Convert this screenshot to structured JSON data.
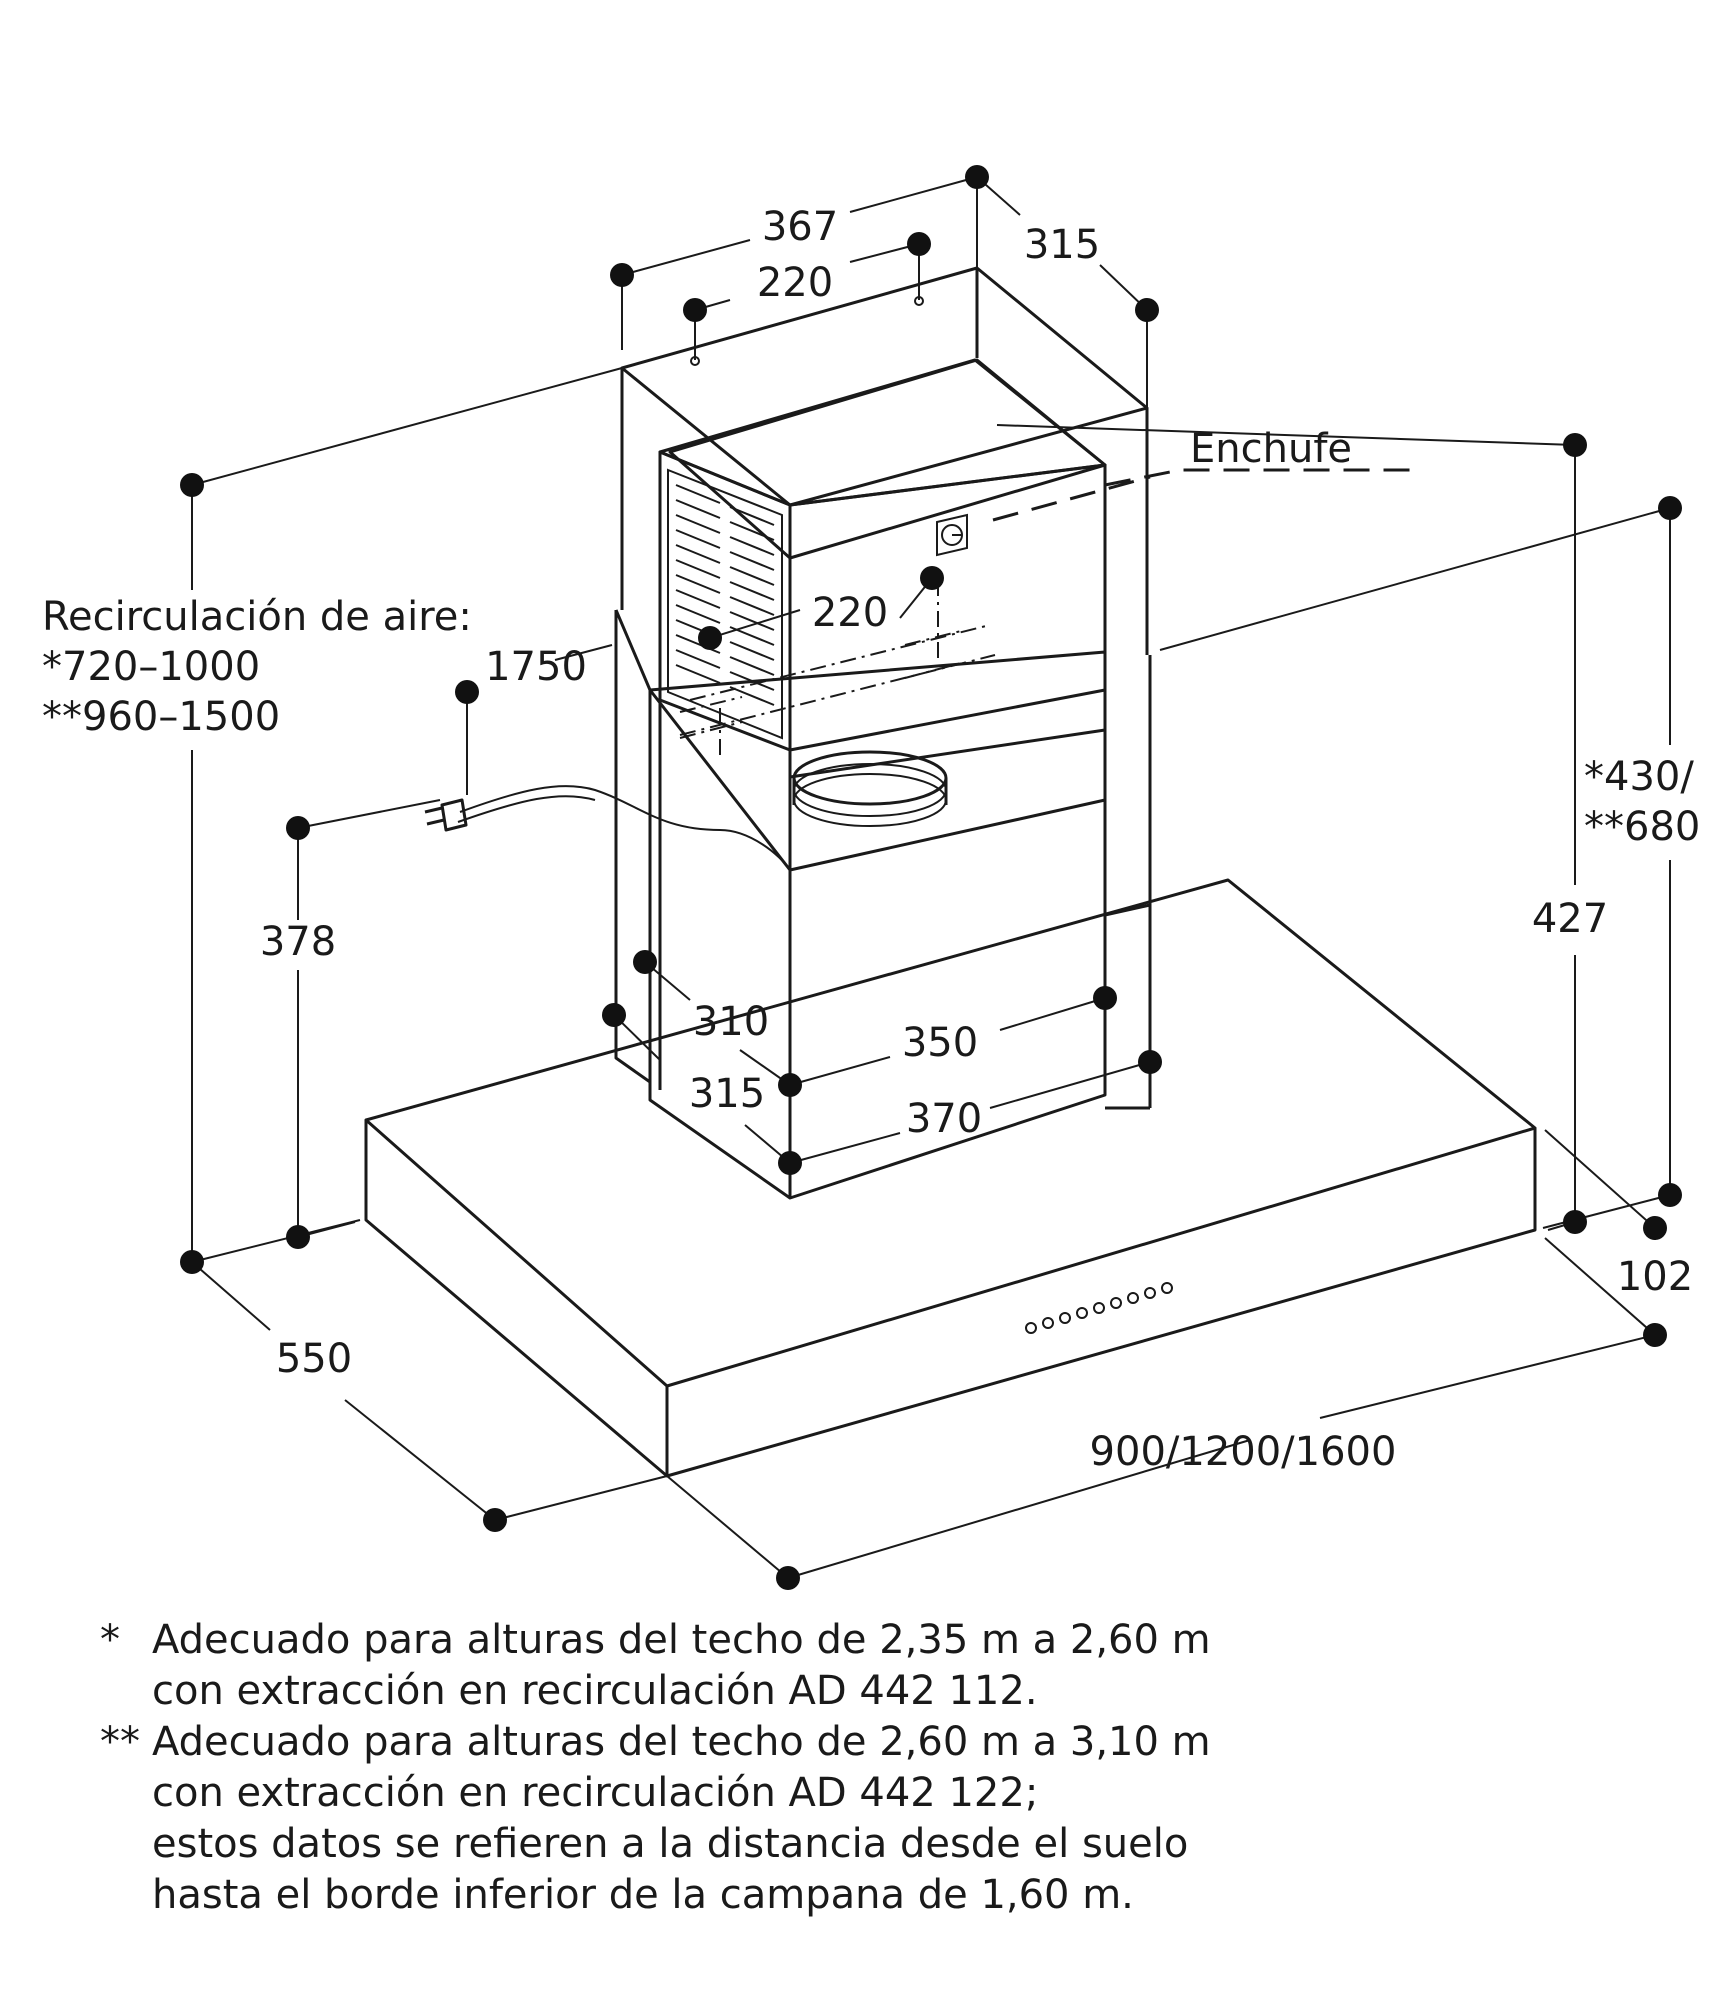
{
  "labels": {
    "plug": "Enchufe",
    "recirc_title": "Recirculación de aire:",
    "recirc_opt1": "*720–1000",
    "recirc_opt2": "**960–1500"
  },
  "dimensions": {
    "chimney_width_top": "367",
    "bracket_spacing": "220",
    "chimney_depth_top": "315",
    "inner_spacing": "220",
    "total_height": "1750",
    "cable_height": "378",
    "lower_chimney_depth": "310",
    "lower_chimney_depth_outer": "315",
    "lower_chimney_width": "350",
    "lower_chimney_width_outer": "370",
    "recirc_extension_1": "*430/",
    "recirc_extension_2": "**680",
    "hood_to_plug": "427",
    "canopy_height": "102",
    "canopy_depth": "550",
    "canopy_width": "900/1200/1600"
  },
  "notes": [
    {
      "mark": "*",
      "lines": [
        "Adecuado para alturas del techo de 2,35 m a 2,60 m",
        "con extracción en recirculación AD 442 112."
      ]
    },
    {
      "mark": "**",
      "lines": [
        "Adecuado para alturas del techo de 2,60 m a 3,10 m",
        "con extracción en recirculación AD 442 122;",
        "estos datos se refieren a la distancia desde el suelo",
        "hasta el borde inferior de la campana de 1,60 m."
      ]
    }
  ]
}
